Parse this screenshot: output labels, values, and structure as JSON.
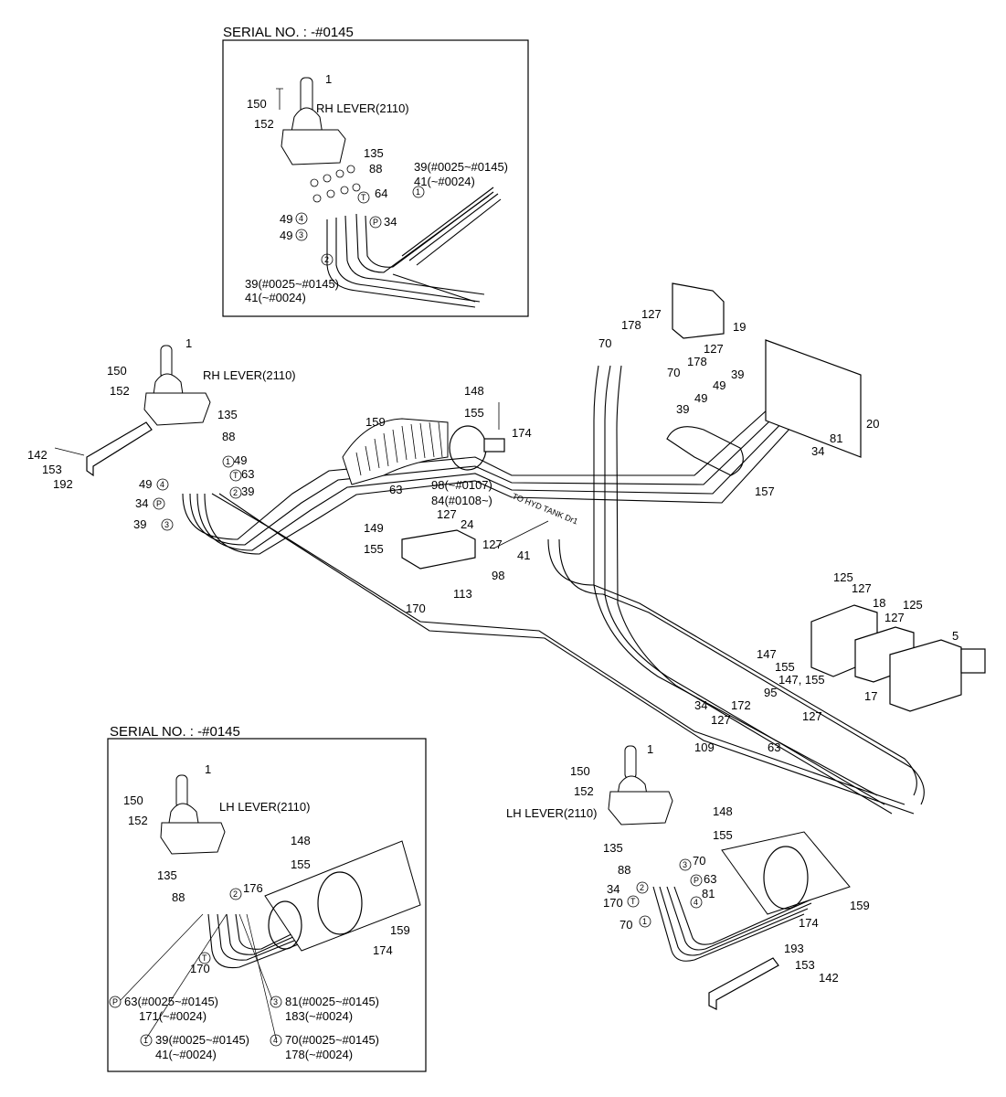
{
  "insets": [
    {
      "serial_label": "SERIAL NO. :  -#0145",
      "lever_label": "RH LEVER(2110)"
    },
    {
      "serial_label": "SERIAL NO. :  -#0145",
      "lever_label": "LH LEVER(2110)"
    }
  ],
  "main_labels": {
    "rh_lever": "RH LEVER(2110)",
    "lh_lever": "LH LEVER(2110)",
    "to_tank": "TO HYD TANK Dr1"
  },
  "circled_ports": [
    "1",
    "2",
    "3",
    "4",
    "P",
    "T"
  ],
  "part_numbers": [
    "1",
    "150",
    "152",
    "135",
    "88",
    "64",
    "34",
    "49",
    "39(#0025~#0145)",
    "41(~#0024)",
    "142",
    "153",
    "192",
    "63",
    "39",
    "159",
    "148",
    "155",
    "174",
    "98(~#0107)",
    "84(#0108~)",
    "127",
    "24",
    "149",
    "41",
    "98",
    "113",
    "170",
    "19",
    "178",
    "70",
    "20",
    "81",
    "157",
    "125",
    "18",
    "5",
    "147",
    "147, 155",
    "17",
    "95",
    "172",
    "109",
    "176",
    "193",
    "63(#0025~#0145)",
    "171(~#0024)",
    "81(#0025~#0145)",
    "183(~#0024)",
    "70(#0025~#0145)",
    "178(~#0024)"
  ]
}
